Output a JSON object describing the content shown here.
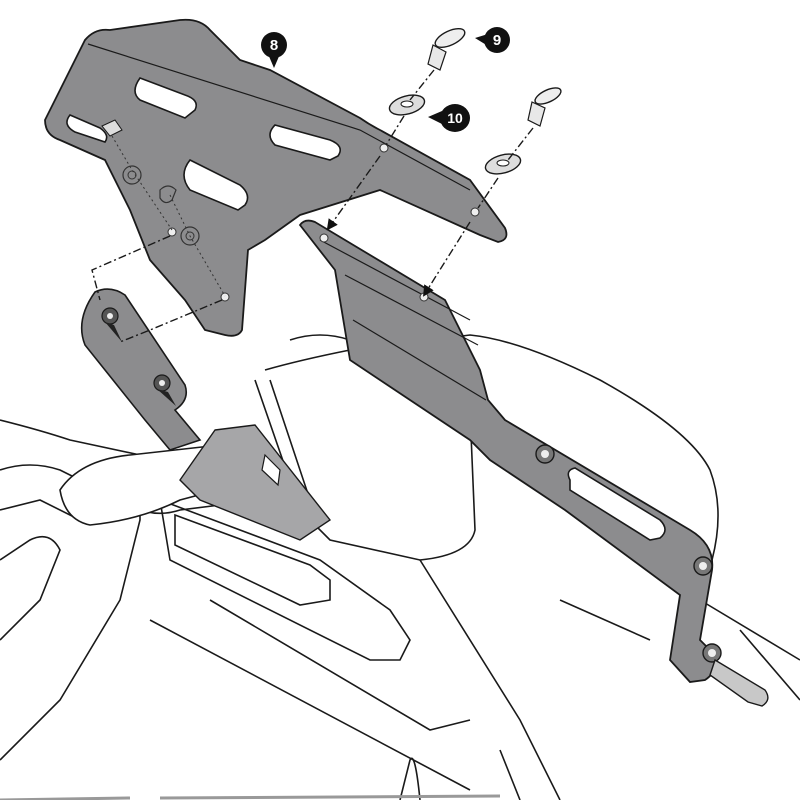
{
  "diagram": {
    "type": "exploded-assembly",
    "subject": "rear rack mounting bracket installation",
    "colors": {
      "background": "#ffffff",
      "part_fill": "#8c8c8e",
      "part_fill_light": "#a6a6a8",
      "outline": "#1a1a1a",
      "callout_fill": "#111111",
      "callout_text": "#ffffff"
    },
    "callouts": [
      {
        "id": "8",
        "label": "8",
        "refers_to": "rack plate"
      },
      {
        "id": "9",
        "label": "9",
        "refers_to": "screw"
      },
      {
        "id": "10",
        "label": "10",
        "refers_to": "washer"
      }
    ]
  }
}
